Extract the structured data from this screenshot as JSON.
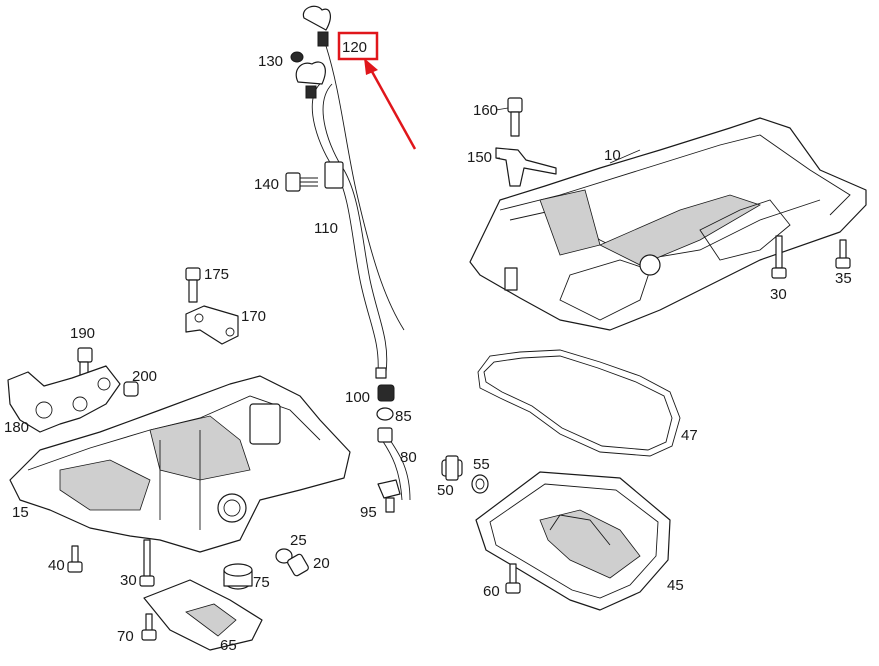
{
  "callouts": {
    "p10": "10",
    "p15": "15",
    "p20": "20",
    "p25": "25",
    "p30a": "30",
    "p30b": "30",
    "p35": "35",
    "p40": "40",
    "p45": "45",
    "p47": "47",
    "p50": "50",
    "p55": "55",
    "p60": "60",
    "p65": "65",
    "p70": "70",
    "p75": "75",
    "p80": "80",
    "p85": "85",
    "p95": "95",
    "p100": "100",
    "p110": "110",
    "p120": "120",
    "p130": "130",
    "p140": "140",
    "p150": "150",
    "p160": "160",
    "p170": "170",
    "p175": "175",
    "p180": "180",
    "p190": "190",
    "p200": "200"
  },
  "highlight": {
    "part": "120",
    "color": "#e0161b"
  }
}
